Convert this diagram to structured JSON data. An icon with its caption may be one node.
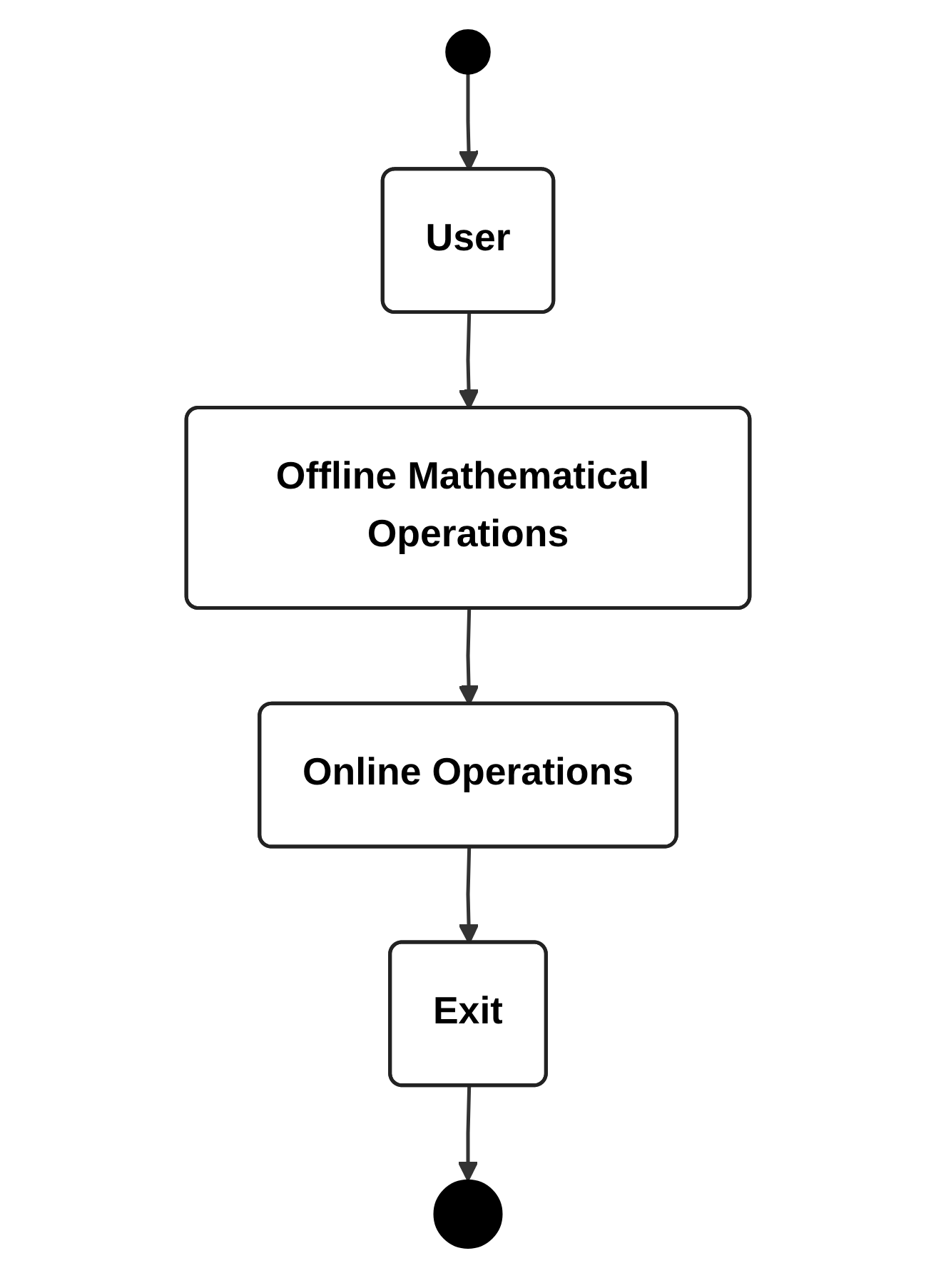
{
  "diagram": {
    "nodes": [
      {
        "text": [],
        "shape": "circle"
      },
      {
        "text": [
          "User"
        ]
      },
      {
        "text": [
          "Offline Mathematical Operations"
        ]
      },
      {
        "text": [
          "Online Operations"
        ]
      },
      {
        "text": [
          "Exit"
        ]
      },
      {
        "text": [],
        "shape": "circle"
      }
    ],
    "edges": [
      {
        "from": 0,
        "to": 1,
        "arrow": "to"
      },
      {
        "from": 1,
        "to": 2,
        "arrow": "to"
      },
      {
        "from": 2,
        "to": 3,
        "arrow": "to"
      },
      {
        "from": 3,
        "to": 4,
        "arrow": "to"
      },
      {
        "from": 4,
        "to": 5,
        "arrow": "to"
      }
    ]
  }
}
